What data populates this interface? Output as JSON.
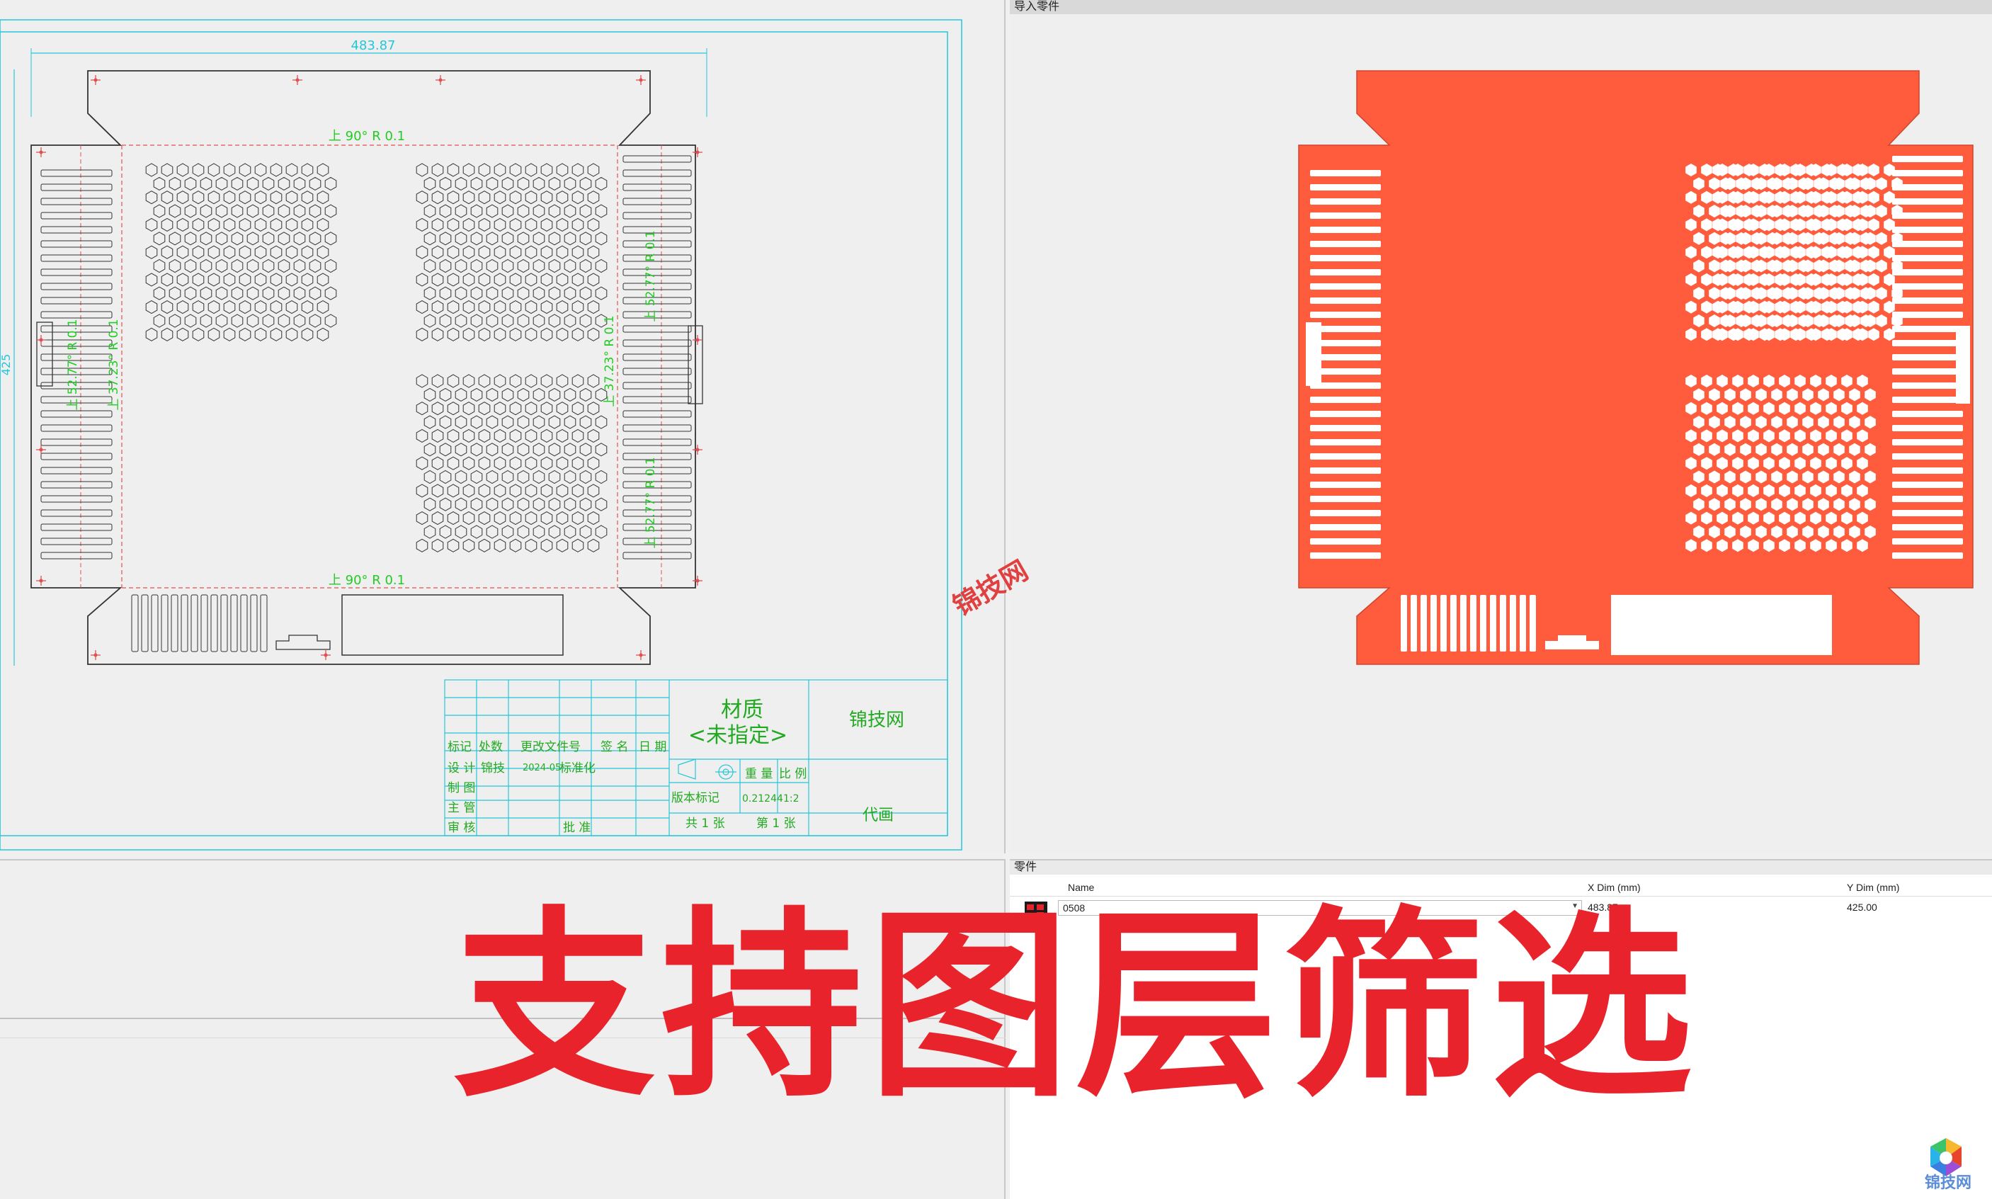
{
  "preview_pane": {
    "title": "导入零件"
  },
  "parts_pane": {
    "title": "零件",
    "columns": [
      "Name",
      "X Dim (mm)",
      "Y Dim (mm)"
    ],
    "rows": [
      {
        "name": "0508",
        "x_dim": "483.87",
        "y_dim": "425.00"
      }
    ]
  },
  "drawing": {
    "dim_width": "483.87",
    "dim_height": "425",
    "bend_top": "上 90° R 0.1",
    "bend_bottom": "上 90° R 0.1",
    "bend_left_outer": "上 52.77° R 0.1",
    "bend_left_inner": "上 37.23° R 0.1",
    "bend_right_upper": "上 52.77° R 0.1",
    "bend_right_mid": "上 37.23° R 0.1",
    "bend_right_lower": "上 52.77° R 0.1",
    "title_block": {
      "material_label": "材质",
      "material_value": "<未指定>",
      "company": "锦技网",
      "col_mark": "标记",
      "col_count": "处数",
      "col_change_doc": "更改文件号",
      "col_sign": "签 名",
      "col_date": "日 期",
      "row_design": "设 计",
      "designer": "锦技",
      "design_date": "2024-05",
      "standardize": "标准化",
      "row_draw": "制 图",
      "row_chief": "主 管",
      "row_review": "审 核",
      "approve": "批 准",
      "weight_label": "重 量",
      "scale_label": "比 例",
      "version_label": "版本标记",
      "weight_value": "0.21244",
      "scale_value": "1:2",
      "sheets_total": "共 1 张",
      "sheet_no": "第 1 张",
      "drawing_code": "代画"
    }
  },
  "overlay": {
    "banner": "支持图层筛选",
    "watermark": "锦技网",
    "logo_text": "锦技网"
  },
  "colors": {
    "part_fill": "#ff5c3e",
    "banner": "#e8232b",
    "dim_cyan": "#26c6da",
    "bend_green": "#22cc22"
  }
}
